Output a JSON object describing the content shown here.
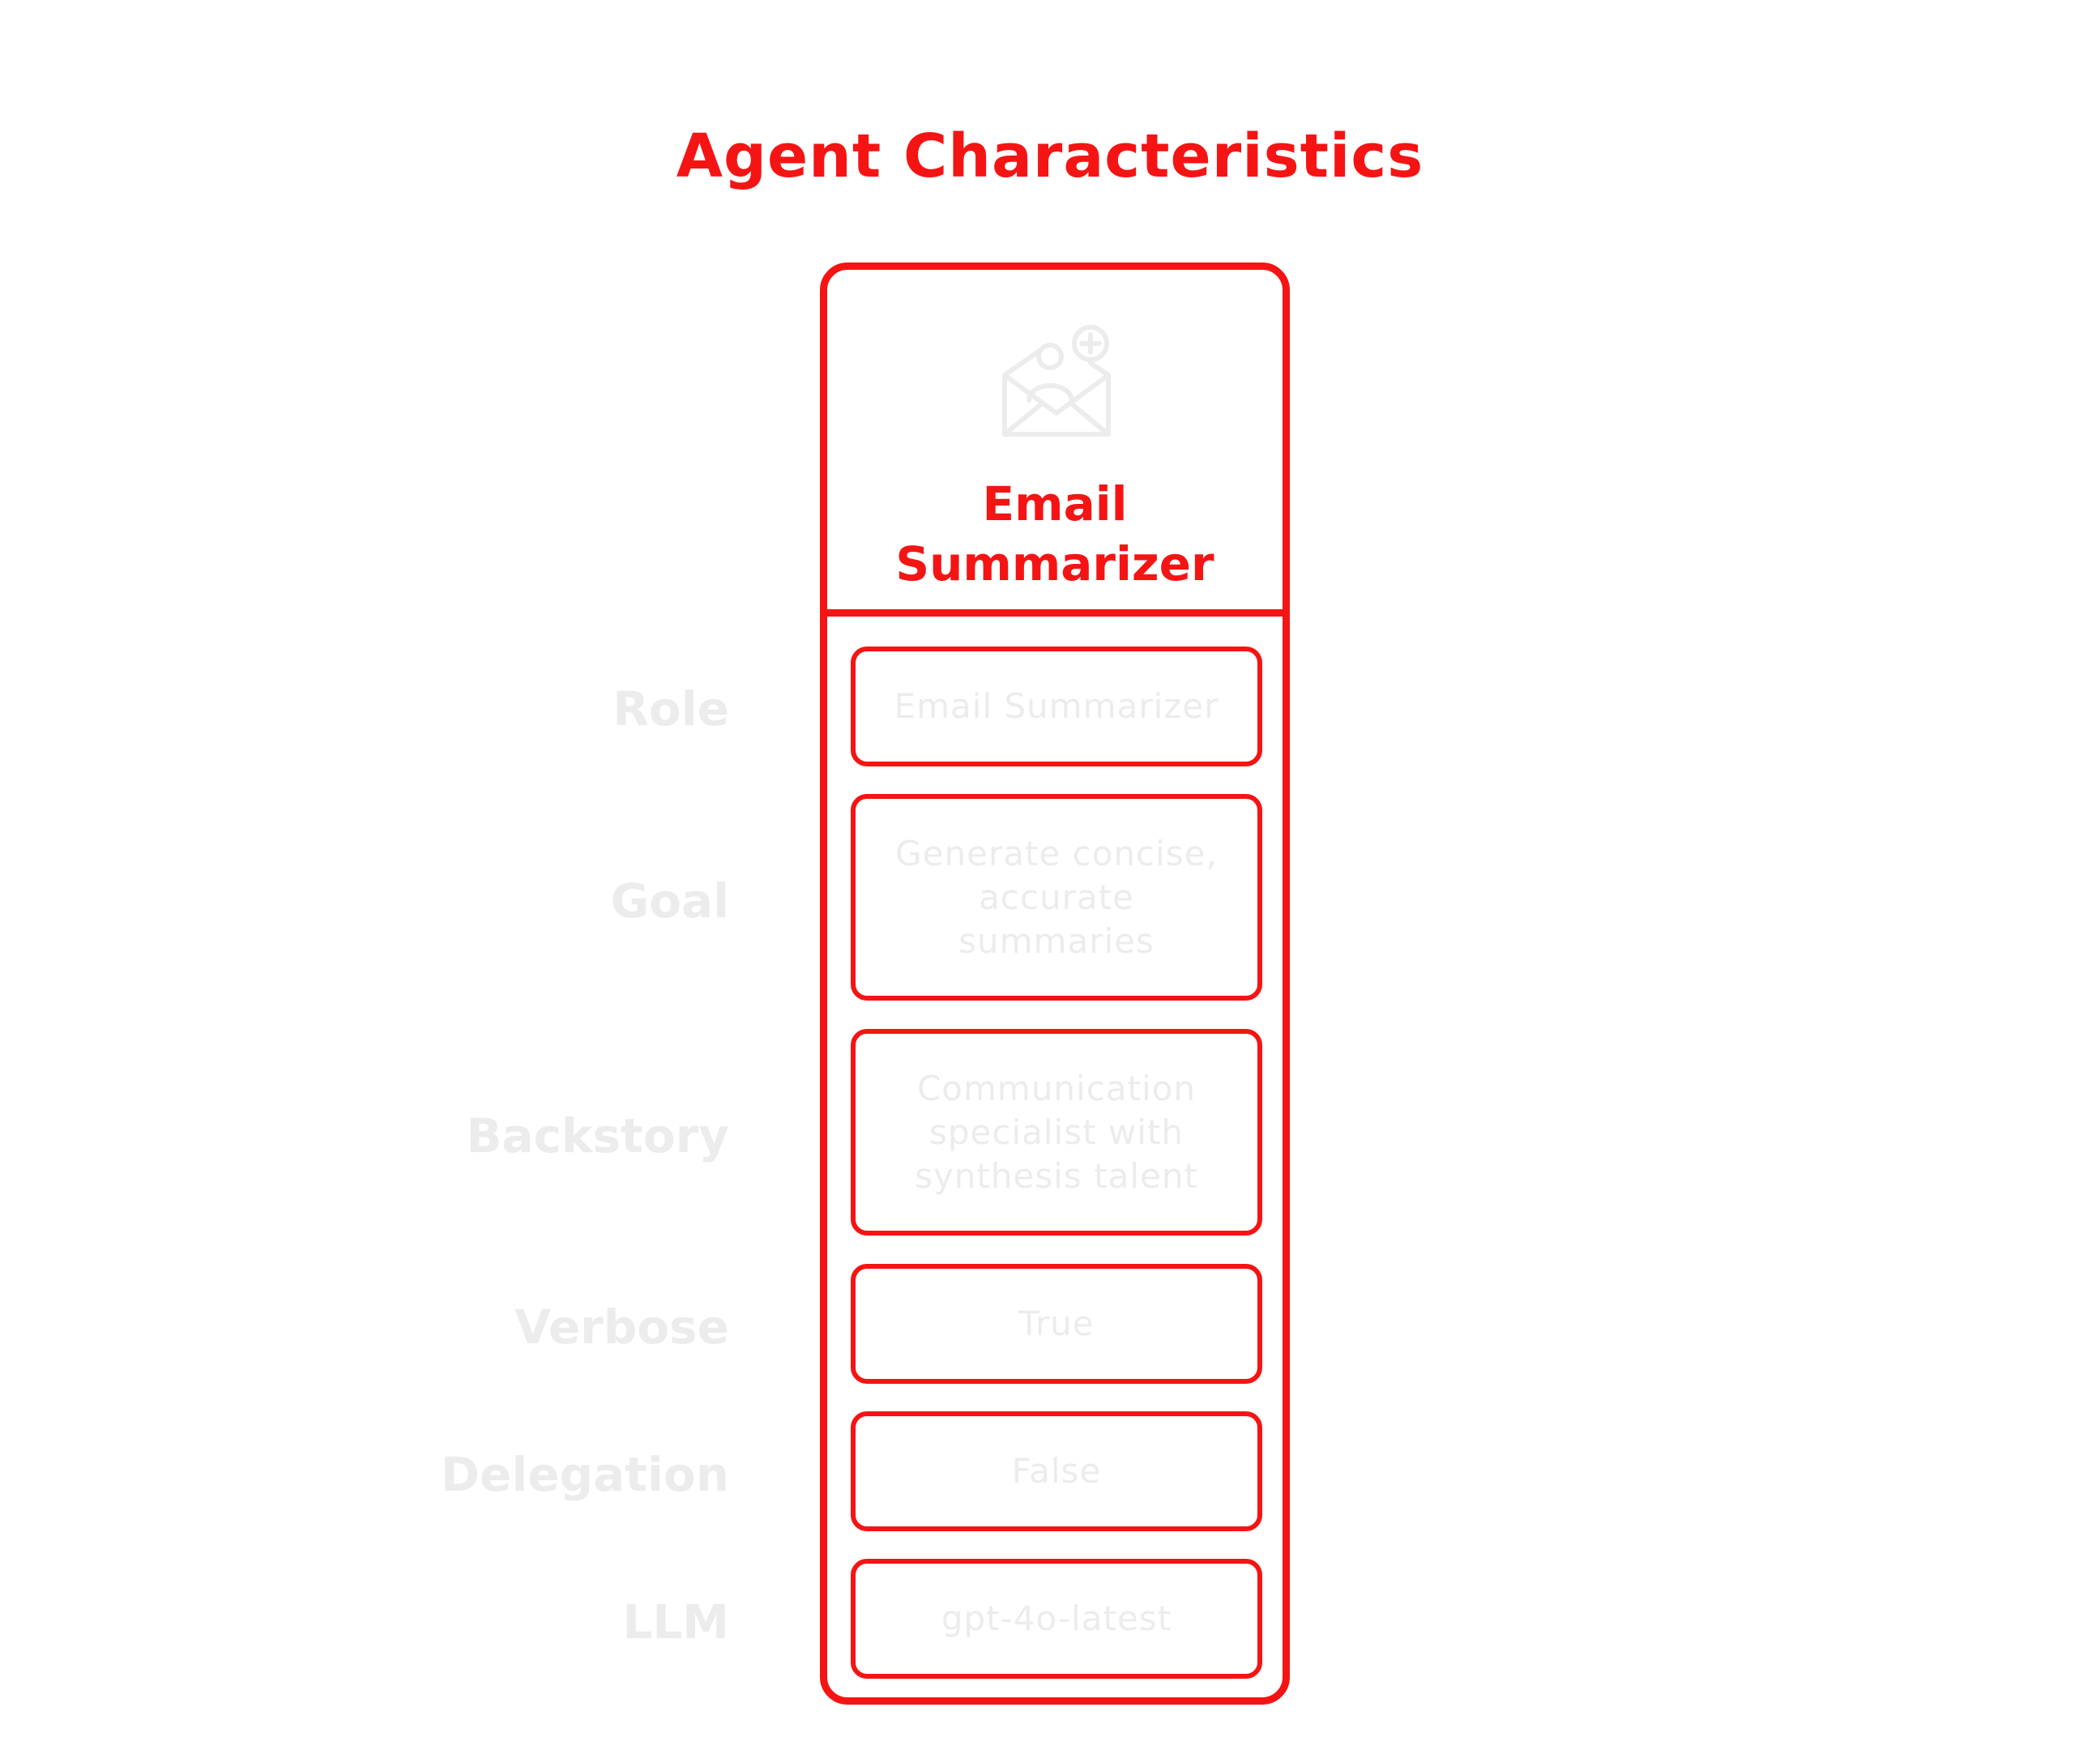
{
  "title": "Agent Characteristics",
  "agent": {
    "name": "Email Summarizer",
    "icon": "email-add-user-icon",
    "accent_color": "#f51414",
    "muted_color": "#ececec"
  },
  "fields": [
    {
      "label": "Role",
      "value": "Email Summarizer"
    },
    {
      "label": "Goal",
      "value": "Generate concise, accurate summaries"
    },
    {
      "label": "Backstory",
      "value": "Communication specialist with synthesis talent"
    },
    {
      "label": "Verbose",
      "value": "True"
    },
    {
      "label": "Delegation",
      "value": "False"
    },
    {
      "label": "LLM",
      "value": "gpt-4o-latest"
    }
  ]
}
